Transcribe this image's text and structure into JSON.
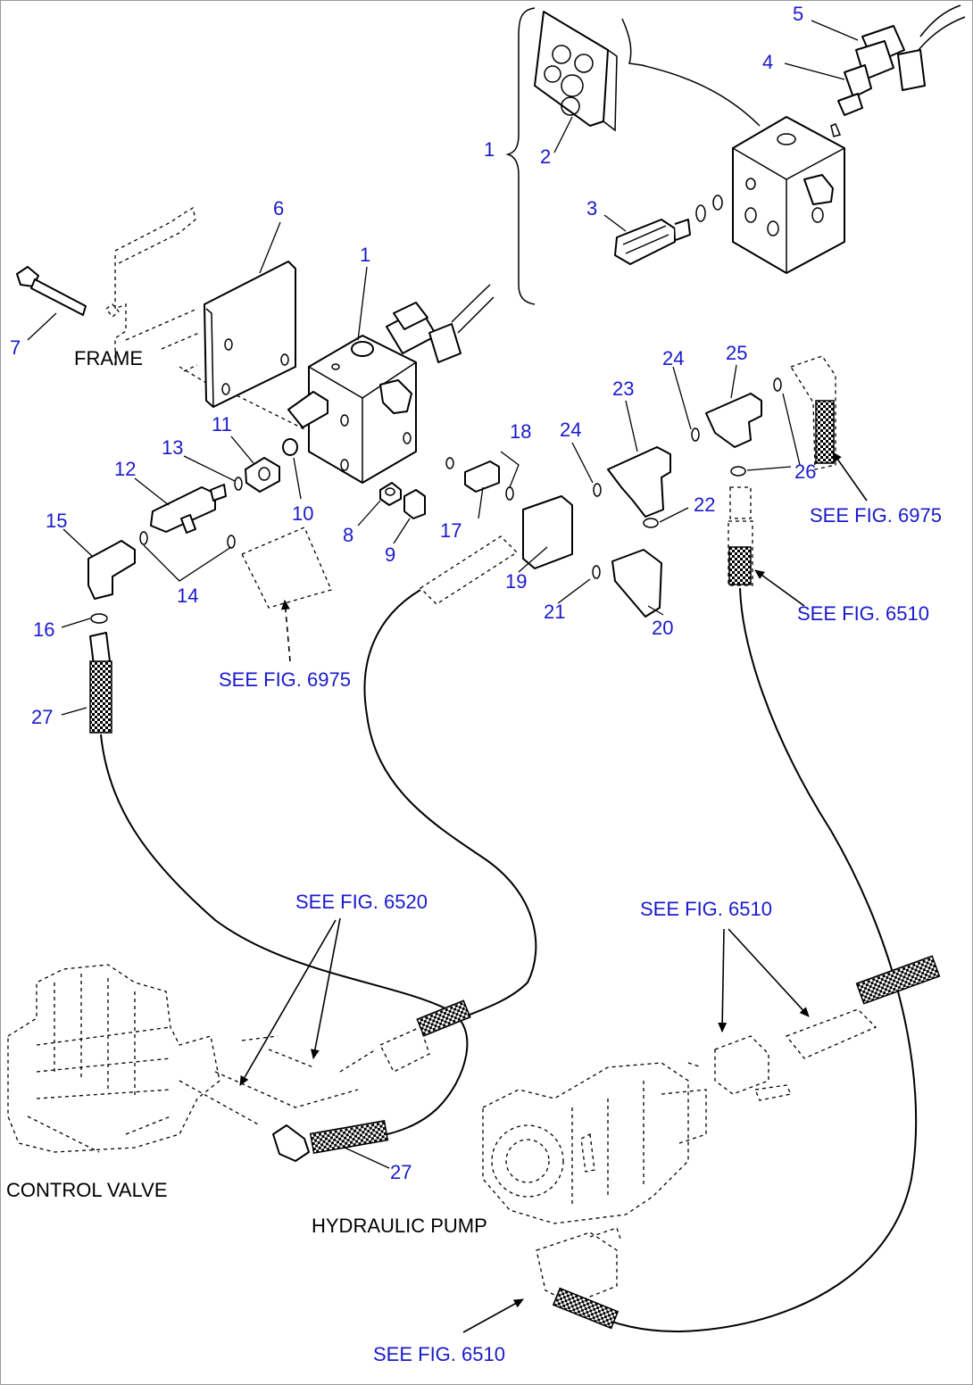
{
  "colors": {
    "callout": "#1a1acc",
    "ink": "#000000",
    "border": "#9a9a9a"
  },
  "callouts": {
    "c1a": "1",
    "c2": "2",
    "c3": "3",
    "c4": "4",
    "c5": "5",
    "c6": "6",
    "c7": "7",
    "c1b": "1",
    "c8": "8",
    "c9": "9",
    "c10": "10",
    "c11": "11",
    "c12": "12",
    "c13": "13",
    "c14": "14",
    "c15": "15",
    "c16": "16",
    "c17": "17",
    "c18": "18",
    "c19": "19",
    "c20": "20",
    "c21": "21",
    "c22": "22",
    "c23": "23",
    "c24a": "24",
    "c24b": "24",
    "c25": "25",
    "c26": "26",
    "c27a": "27",
    "c27b": "27"
  },
  "labels": {
    "frame": "FRAME",
    "control_valve": "CONTROL VALVE",
    "hydraulic_pump": "HYDRAULIC PUMP"
  },
  "refs": {
    "r6975_right": "SEE FIG. 6975",
    "r6510_right": "SEE FIG. 6510",
    "r6975_left": "SEE FIG. 6975",
    "r6520": "SEE FIG. 6520",
    "r6510_mid": "SEE FIG. 6510",
    "r6510_bottom": "SEE FIG. 6510"
  }
}
